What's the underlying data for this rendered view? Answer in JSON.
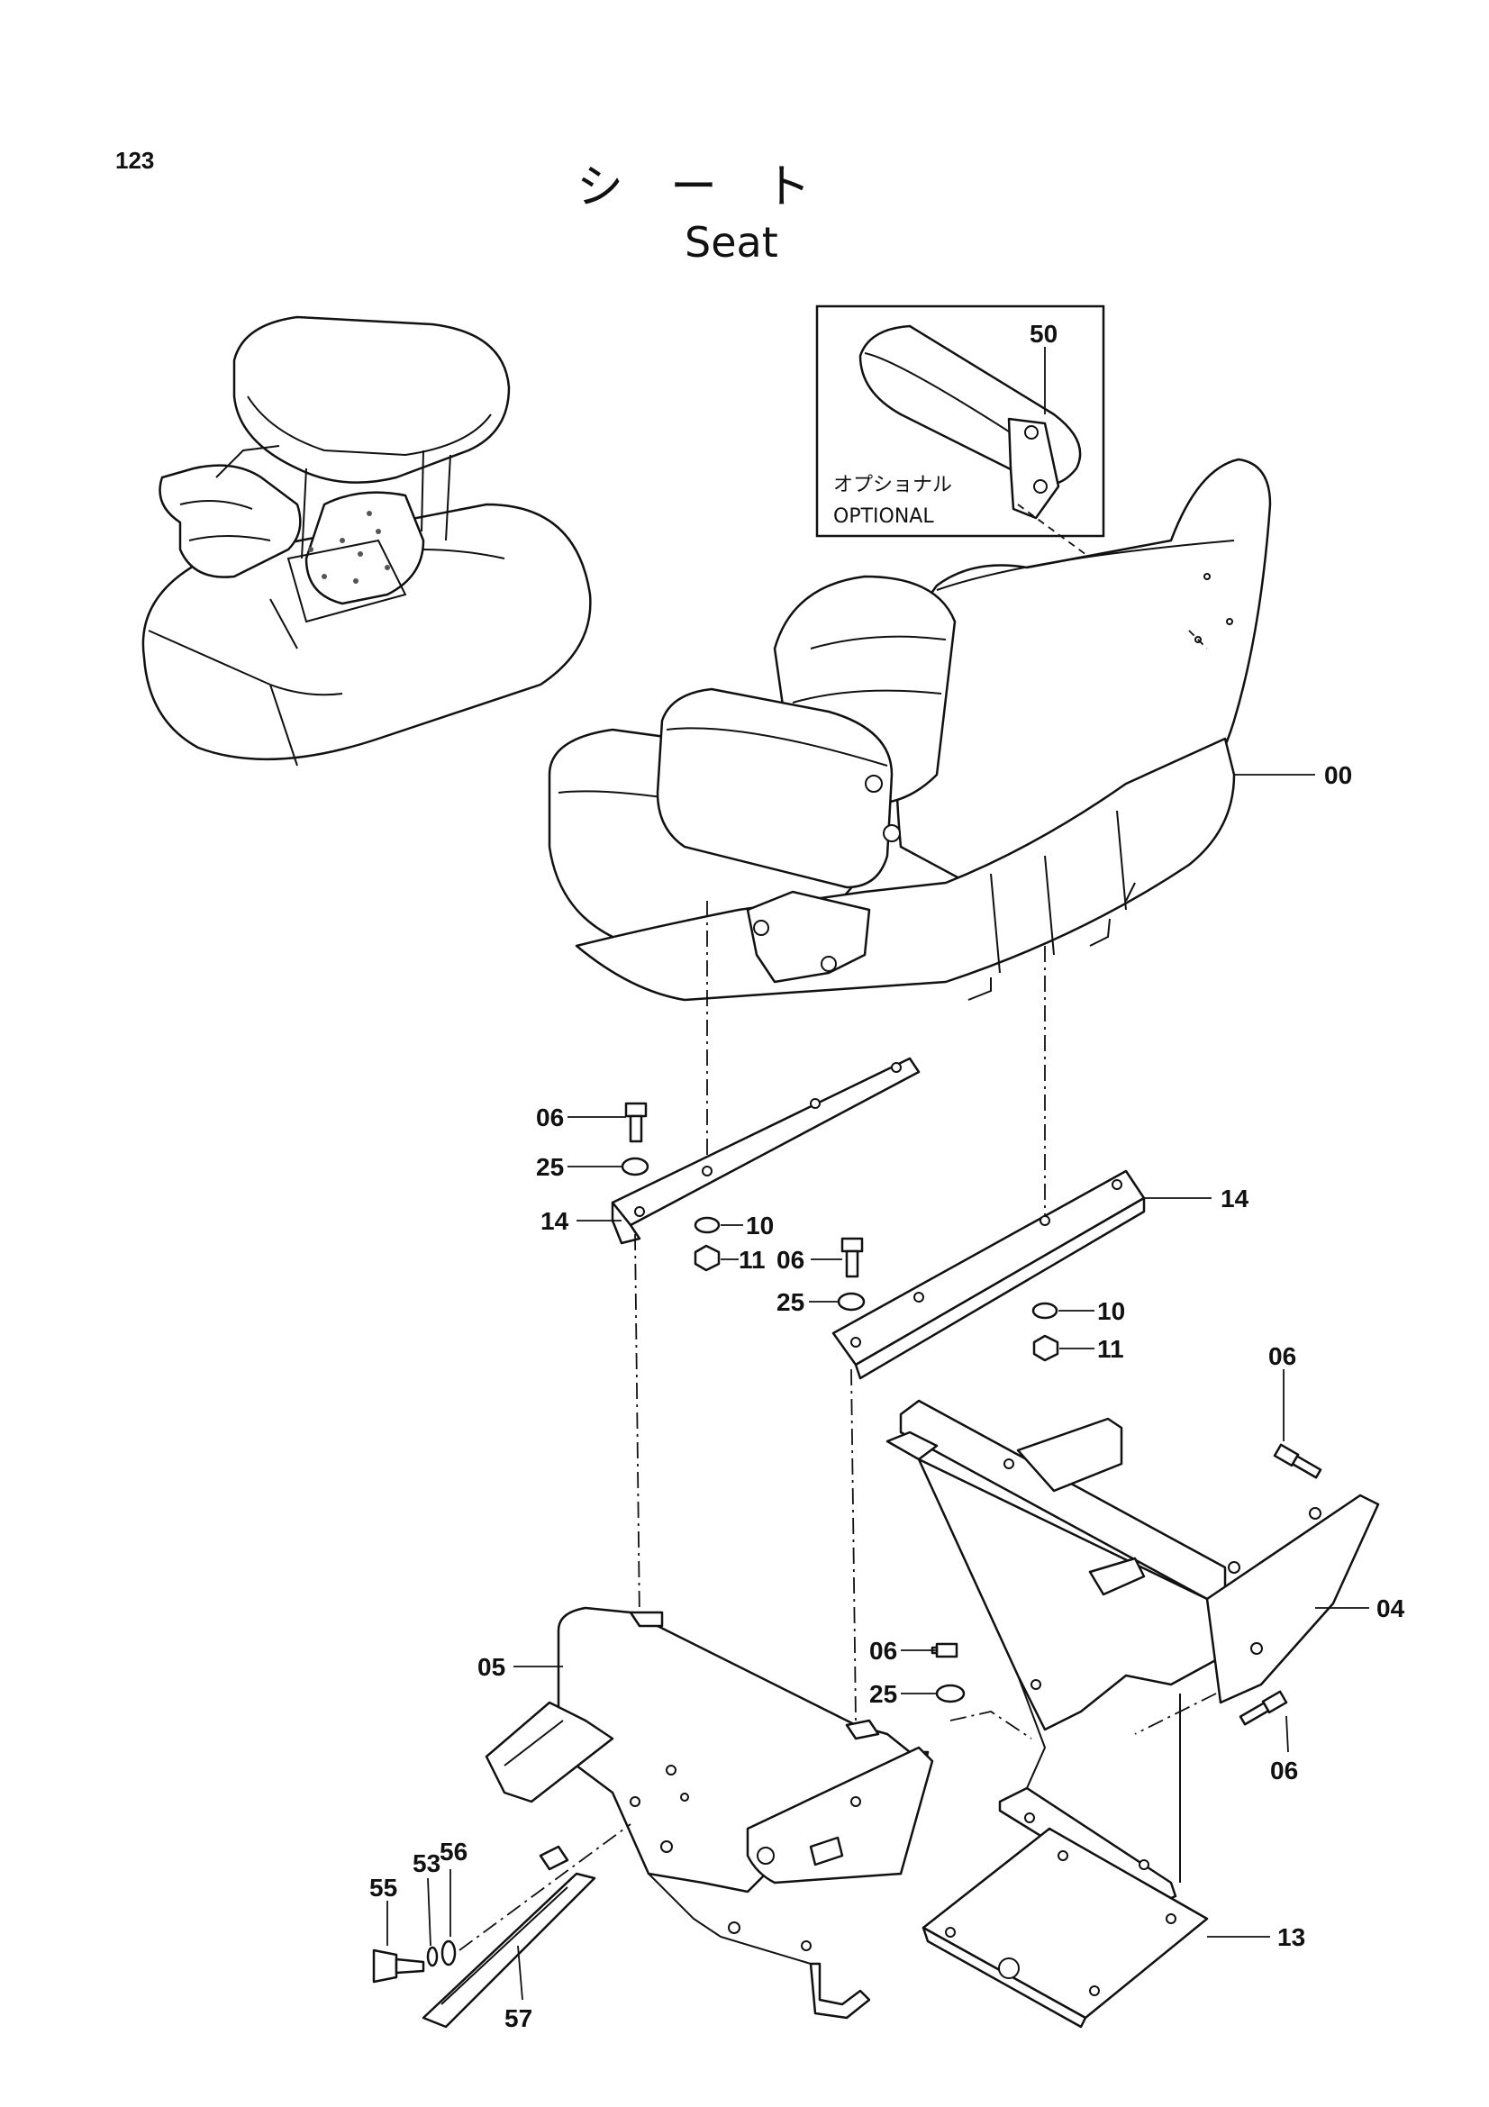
{
  "page_number": "123",
  "title_jp": "シ　ー　ト",
  "title_en": "Seat",
  "optional_box": {
    "label_jp": "オプショナル",
    "label_en": "OPTIONAL",
    "part": "50"
  },
  "callouts": {
    "seat": "00",
    "stand_right": "04",
    "stand_left": "05",
    "bolt_top_left": "06",
    "bolt_top_mid": "06",
    "bolt_right_top": "06",
    "bolt_lower_mid": "06",
    "bolt_right_bottom": "06",
    "nut_left": "11",
    "nut_right": "11",
    "washer_left": "10",
    "washer_right": "10",
    "plate": "13",
    "rail_left": "14",
    "rail_right": "14",
    "washer25_top_left": "25",
    "washer25_top_mid": "25",
    "washer25_lower_mid": "25",
    "item53": "53",
    "item55": "55",
    "item56": "56",
    "item57": "57"
  }
}
